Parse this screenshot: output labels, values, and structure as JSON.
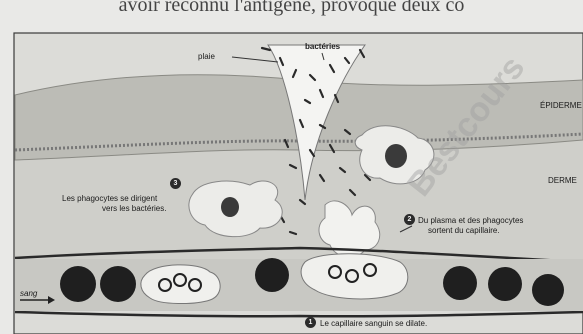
{
  "header": {
    "text": "avoir reconnu l'antigène, provoque deux co"
  },
  "labels": {
    "plaie": "plaie",
    "bacteries": "bactéries",
    "epiderme": "ÉPIDERME",
    "derme": "DERME",
    "sang": "sang"
  },
  "steps": [
    {
      "number": "1",
      "text_line1": "Le capillaire sanguin se dilate."
    },
    {
      "number": "2",
      "text_line1": "Du plasma et des phagocytes",
      "text_line2": "sortent du capillaire."
    },
    {
      "number": "3",
      "text_line1": "Les phagocytes se dirigent",
      "text_line2": "vers les bactéries."
    }
  ],
  "watermark": "Bestcours"
}
